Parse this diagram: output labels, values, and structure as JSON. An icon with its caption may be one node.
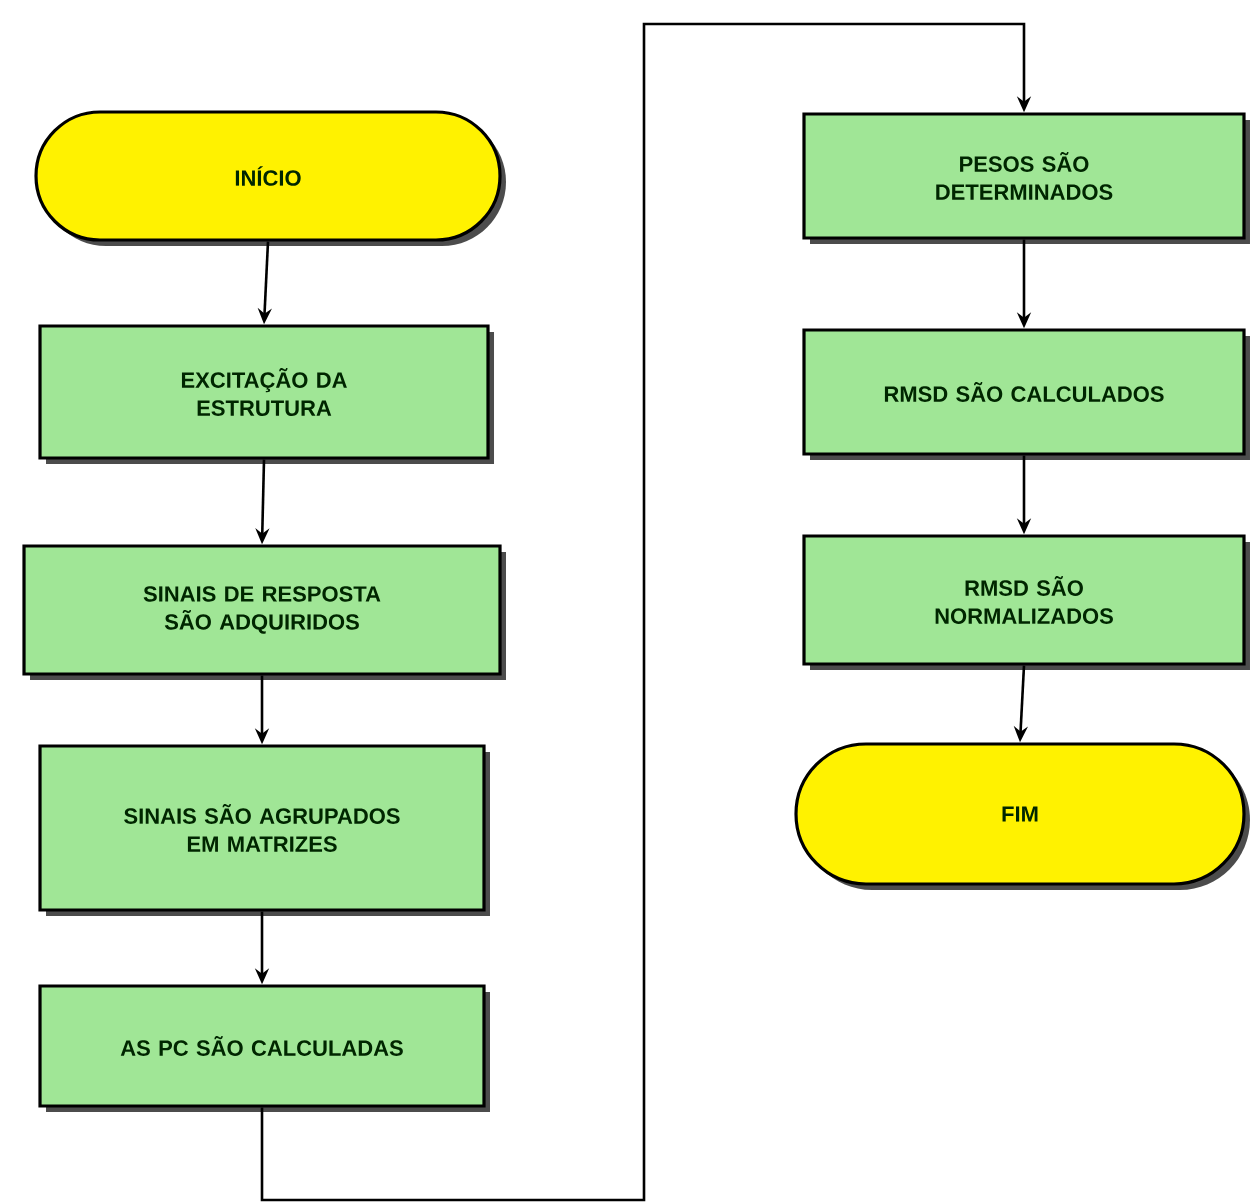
{
  "diagram": {
    "nodes": [
      {
        "text": [
          "INÍCIO"
        ]
      },
      {
        "text": [
          "EXCITAÇÃO DA ESTRUTURA"
        ]
      },
      {
        "text": [
          "SINAIS DE RESPOSTA SÃO ADQUIRIDOS"
        ]
      },
      {
        "text": [
          "SINAIS SÃO AGRUPADOS EM MATRIZES"
        ]
      },
      {
        "text": [
          "AS PC SÃO CALCULADAS"
        ]
      },
      {
        "text": [
          "PESOS SÃO DETERMINADOS"
        ]
      },
      {
        "text": [
          "RMSD SÃO CALCULADOS"
        ]
      },
      {
        "text": [
          "RMSD SÃO NORMALIZADOS"
        ]
      },
      {
        "text": [
          "FIM"
        ]
      }
    ],
    "edges": [
      {
        "from": 0,
        "to": 1,
        "arrow": "to"
      },
      {
        "from": 1,
        "to": 2,
        "arrow": "to"
      },
      {
        "from": 2,
        "to": 3,
        "arrow": "to"
      },
      {
        "from": 3,
        "to": 4,
        "arrow": "to"
      },
      {
        "from": 4,
        "to": 5,
        "arrow": "to"
      },
      {
        "from": 5,
        "to": 6,
        "arrow": "to"
      },
      {
        "from": 6,
        "to": 7,
        "arrow": "to"
      },
      {
        "from": 7,
        "to": 8,
        "arrow": "to"
      }
    ]
  }
}
